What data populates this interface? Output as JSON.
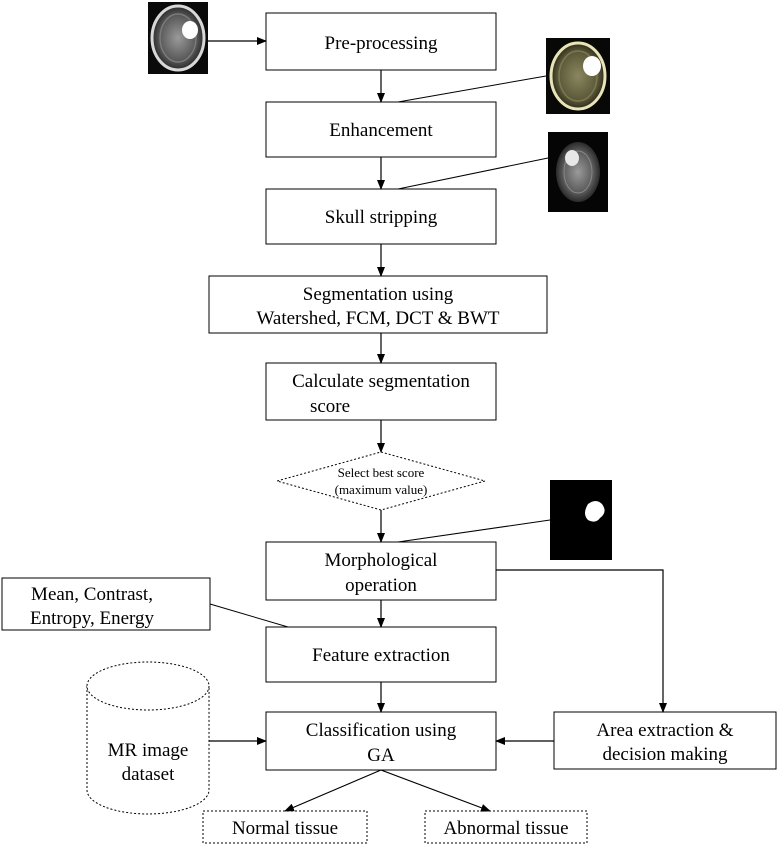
{
  "nodes": {
    "preprocessing": "Pre-processing",
    "enhancement": "Enhancement",
    "skull_stripping": "Skull stripping",
    "segmentation": [
      "Segmentation using",
      "Watershed,  FCM, DCT & BWT"
    ],
    "calc_score": [
      "Calculate segmentation",
      "score"
    ],
    "decision": [
      "Select best score",
      "(maximum value)"
    ],
    "morphological": [
      "Morphological",
      "operation"
    ],
    "features_note": [
      "Mean, Contrast,",
      "Entropy, Energy"
    ],
    "feature_extraction": "Feature extraction",
    "classification": [
      "Classification using",
      "GA"
    ],
    "dataset": [
      "MR image",
      "dataset"
    ],
    "area_extraction": [
      "Area extraction  &",
      "decision making"
    ],
    "normal": "Normal tissue",
    "abnormal": "Abnormal tissue"
  },
  "images": {
    "input_mri": "mri-input-image",
    "enhanced_mri": "enhanced-mri-image",
    "skull_stripped_mri": "skull-stripped-mri-image",
    "tumor_mask": "tumor-mask-image"
  }
}
